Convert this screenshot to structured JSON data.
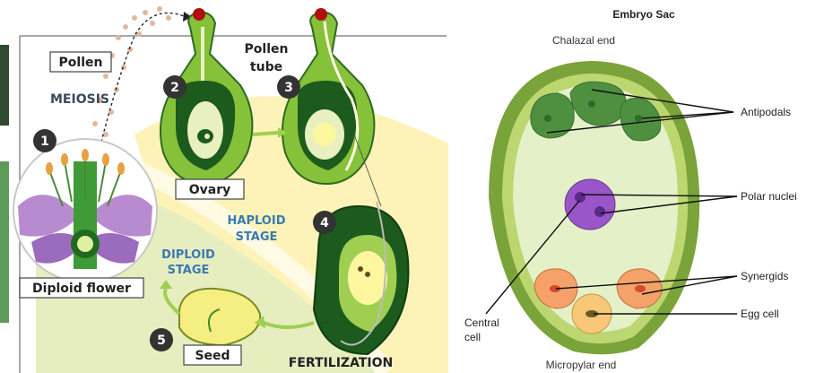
{
  "left_diagram": {
    "labels": {
      "pollen": "Pollen",
      "meiosis": "MEIOSIS",
      "pollen_tube_line1": "Pollen",
      "pollen_tube_line2": "tube",
      "ovary": "Ovary",
      "haploid_line1": "HAPLOID",
      "haploid_line2": "STAGE",
      "diploid_line1": "DIPLOID",
      "diploid_line2": "STAGE",
      "diploid_flower": "Diploid flower",
      "seed": "Seed",
      "fertilization": "FERTILIZATION"
    },
    "steps": [
      "1",
      "2",
      "3",
      "4",
      "5"
    ]
  },
  "right_diagram": {
    "title": "Embryo Sac",
    "labels": {
      "chalazal_end": "Chalazal end",
      "antipodals": "Antipodals",
      "polar_nuclei": "Polar nuclei",
      "synergids": "Synergids",
      "egg_cell": "Egg cell",
      "central_cell_line1": "Central",
      "central_cell_line2": "cell",
      "micropylar_end": "Micropylar end"
    }
  },
  "colors": {
    "dark_green": "#1f5a1f",
    "mid_green": "#2f8a2a",
    "light_green": "#8cc63f",
    "pale_green": "#dfeab0",
    "cream": "#fff6b0",
    "purple": "#9a55c8",
    "orange": "#f4a26a",
    "sac_outer": "#7aa33a",
    "sac_inner": "#e4f0c8"
  }
}
